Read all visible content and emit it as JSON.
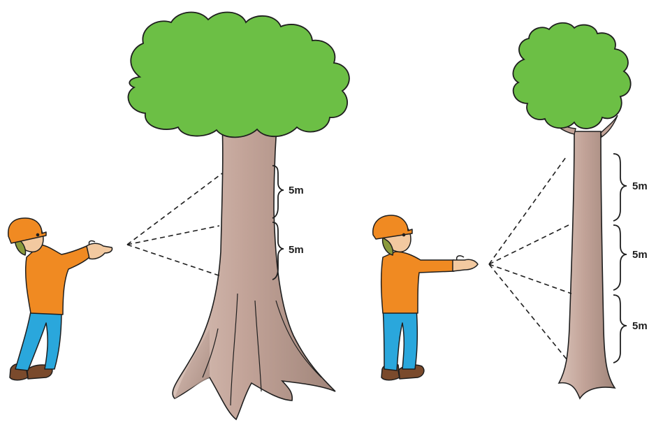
{
  "colors": {
    "canopy": "#6cbf45",
    "trunk": "#b8978c",
    "trunk_shadow": "#9a7a70",
    "skin": "#f2c9a0",
    "hardhat": "#f08a22",
    "shirt": "#f08a22",
    "jeans": "#2aa7dc",
    "boots": "#7a4a2c",
    "hair": "#8a9a3c",
    "outline": "#1e1e1e"
  },
  "left_scene": {
    "segment_labels": [
      "5m",
      "5m"
    ]
  },
  "right_scene": {
    "segment_labels": [
      "5m",
      "5m",
      "5m"
    ]
  }
}
